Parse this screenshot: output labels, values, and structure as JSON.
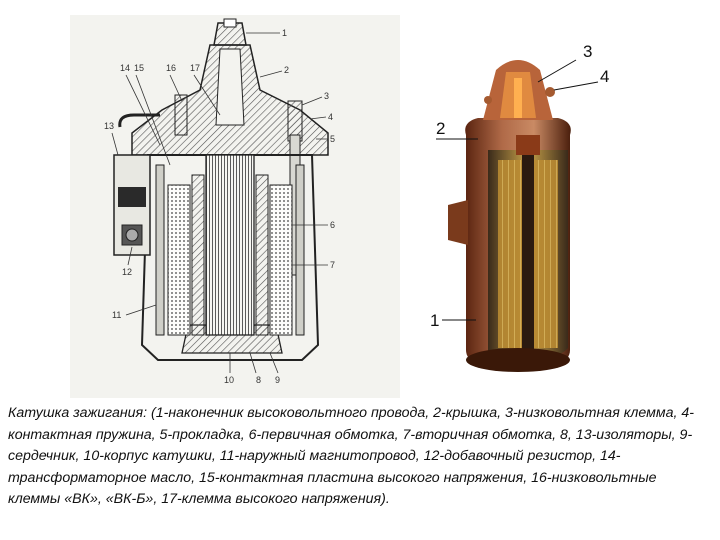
{
  "left_diagram": {
    "callouts": [
      "1",
      "2",
      "3",
      "4",
      "5",
      "6",
      "7",
      "8",
      "9",
      "10",
      "11",
      "12",
      "13",
      "14",
      "15",
      "16",
      "17"
    ]
  },
  "right_diagram": {
    "callouts": [
      "1",
      "2",
      "3",
      "4"
    ]
  },
  "caption": {
    "text": "Катушка зажигания: (1-наконечник высоковольтного провода, 2-крышка, 3-низковольтная клемма, 4-контактная пружина, 5-прокладка, 6-первичная обмотка, 7-вторичная обмотка, 8, 13-изоляторы, 9-сердечник, 10-корпус катушки, 11-наружный магнитопровод, 12-добавочный резистор, 14-трансформаторное масло, 15-контактная пластина высокого напряжения, 16-низковольтные клеммы «ВК», «ВК-Б», 17-клемма высокого напряжения)."
  }
}
